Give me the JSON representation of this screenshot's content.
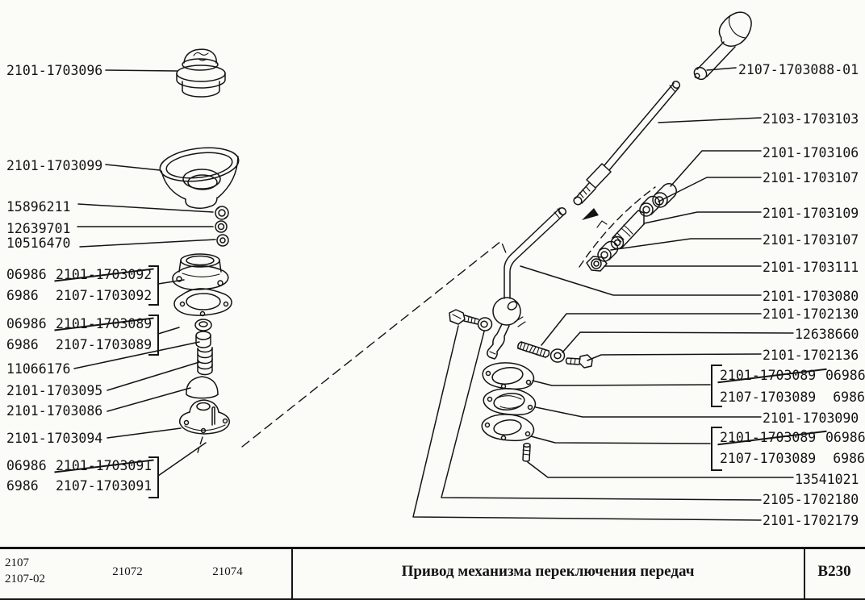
{
  "page_background": "#fbfbf8",
  "ink_color": "#141414",
  "labels": {
    "left": [
      "2101-1703096",
      "2101-1703099",
      "15896211",
      "12639701",
      "10516470",
      "11066176",
      "2101-1703095",
      "2101-1703086",
      "2101-1703094"
    ],
    "right": [
      "2107-1703088-01",
      "2103-1703103",
      "2101-1703106",
      "2101-1703107",
      "2101-1703109",
      "2101-1703107",
      "2101-1703111",
      "2101-1703080",
      "2101-1702130",
      "12638660",
      "2101-1702136",
      "2101-1703090",
      "13541021",
      "2105-1702180",
      "2101-1702179"
    ]
  },
  "replacement_groups": {
    "left": [
      {
        "old_qty": "06986",
        "old_number": "2101-1703092",
        "new_qty": "6986",
        "new_number": "2107-1703092"
      },
      {
        "old_qty": "06986",
        "old_number": "2101-1703089",
        "new_qty": "6986",
        "new_number": "2107-1703089"
      },
      {
        "old_qty": "06986",
        "old_number": "2101-1703091",
        "new_qty": "6986",
        "new_number": "2107-1703091"
      }
    ],
    "right": [
      {
        "old_number": "2101-1703089",
        "old_qty": "06986",
        "new_number": "2107-1703089",
        "new_qty": "6986"
      },
      {
        "old_number": "2101-1703089",
        "old_qty": "06986",
        "new_number": "2107-1703089",
        "new_qty": "6986"
      }
    ]
  },
  "footer": {
    "model_line1": "2107",
    "model_line2": "2107-02",
    "modification_1": "21072",
    "modification_2": "21074",
    "title": "Привод механизма переключения передач",
    "sheet_code": "В230"
  }
}
